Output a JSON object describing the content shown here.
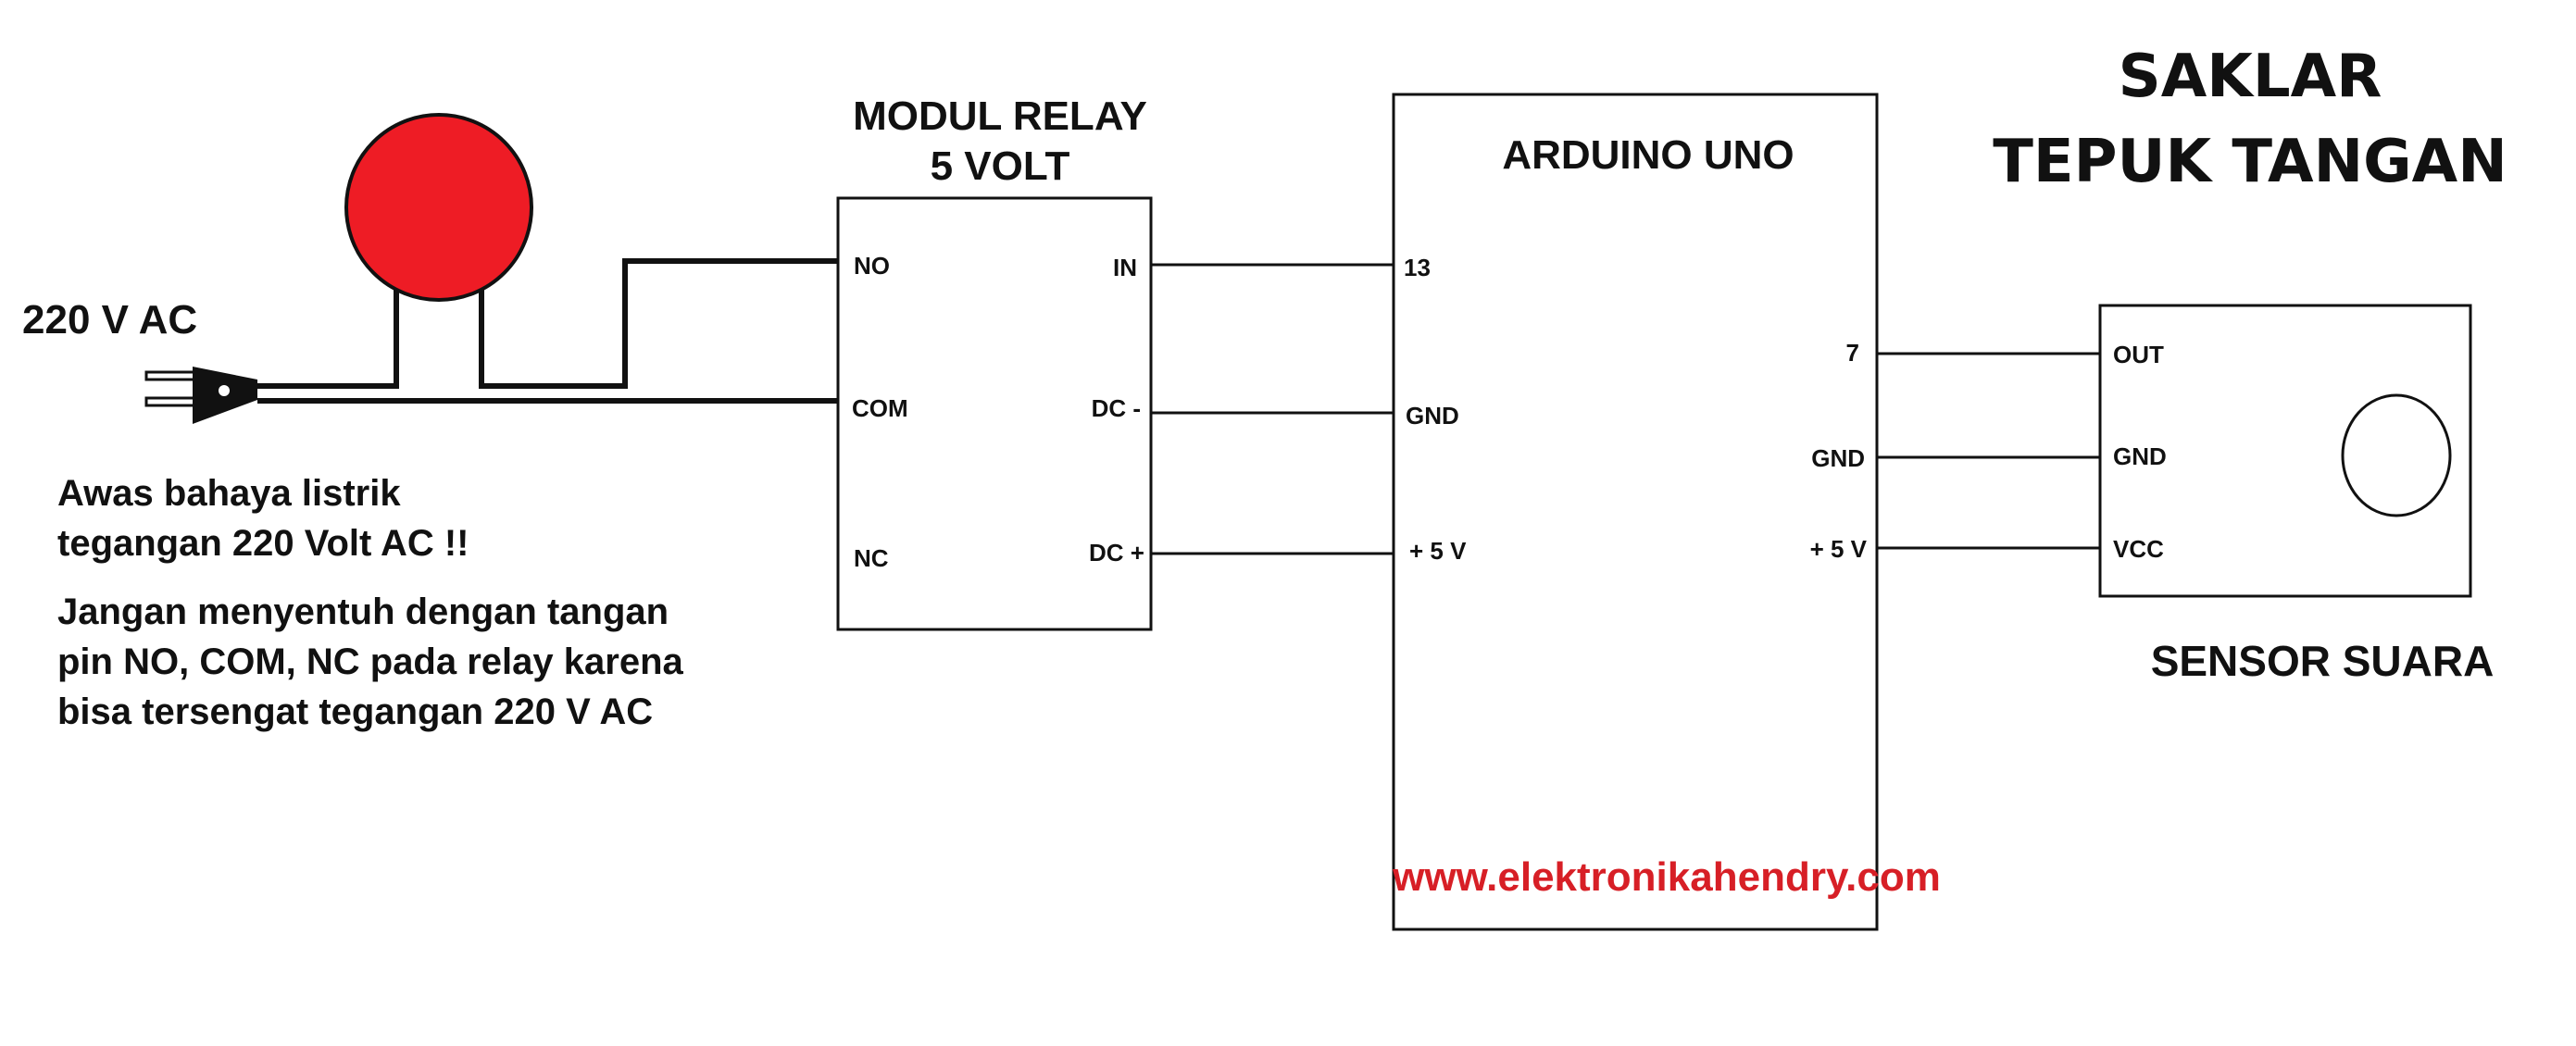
{
  "title": {
    "line1": "SAKLAR",
    "line2": "TEPUK  TANGAN"
  },
  "ac_source": {
    "label": "220 V AC"
  },
  "warning": {
    "line1": "Awas bahaya listrik",
    "line2": "tegangan 220 Volt  AC !!",
    "line3": "Jangan menyentuh dengan tangan",
    "line4": "pin NO, COM, NC pada relay karena",
    "line5": "bisa tersengat tegangan 220 V AC"
  },
  "relay": {
    "title1": "MODUL RELAY",
    "title2": "5 VOLT",
    "pins": {
      "no": "NO",
      "com": "COM",
      "nc": "NC",
      "in": "IN",
      "dc_minus": "DC -",
      "dc_plus": "DC +"
    }
  },
  "arduino": {
    "title": "ARDUINO UNO",
    "pins": {
      "p13": "13",
      "gnd_left": "GND",
      "v5_left": "+ 5 V",
      "p7": "7",
      "gnd_right": "GND",
      "v5_right": "+ 5 V"
    }
  },
  "sensor": {
    "title": "SENSOR SUARA",
    "pins": {
      "out": "OUT",
      "gnd": "GND",
      "vcc": "VCC"
    }
  },
  "website": "www.elektronikahendry.com",
  "colors": {
    "lamp": "#ee1c25",
    "website": "#d71f26",
    "wire": "#111111"
  }
}
